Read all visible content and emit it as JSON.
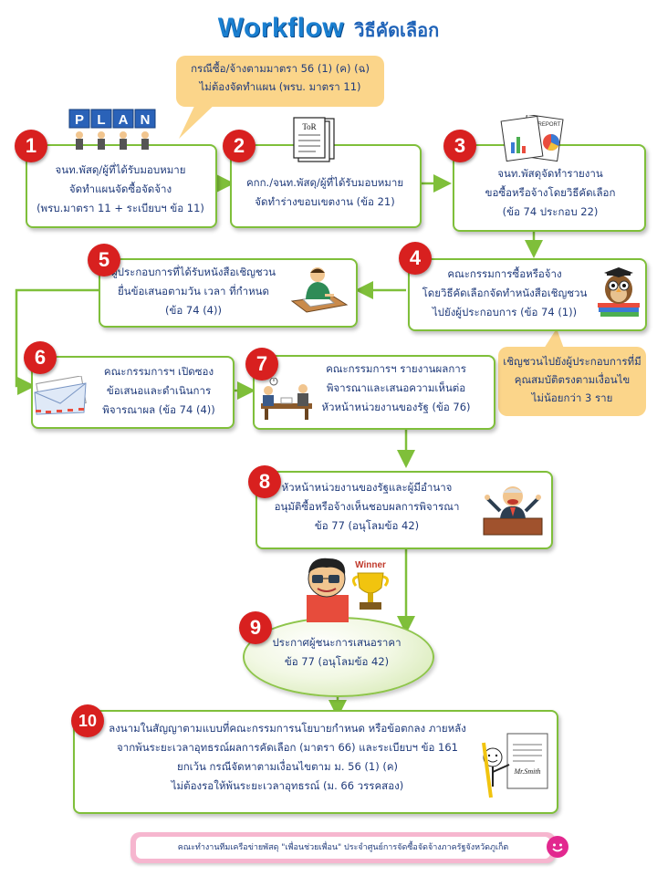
{
  "header": {
    "title_en": "Workflow",
    "title_th": "วิธีคัดเลือก"
  },
  "callout_top": {
    "line1": "กรณีซื้อ/จ้างตามมาตรา 56 (1) (ค) (ฉ)",
    "line2": "ไม่ต้องจัดทำแผน (พรบ. มาตรา 11)"
  },
  "callout_right": {
    "line1": "เชิญชวนไปยังผู้ประกอบการที่มี",
    "line2": "คุณสมบัติตรงตามเงื่อนไข",
    "line3": "ไม่น้อยกว่า 3 ราย"
  },
  "steps": [
    {
      "num": "1",
      "lines": [
        "จนท.พัสดุ/ผู้ที่ได้รับมอบหมาย",
        "จัดทำแผนจัดซื้อจัดจ้าง",
        "(พรบ.มาตรา 11 + ระเบียบฯ ข้อ 11)"
      ]
    },
    {
      "num": "2",
      "lines": [
        "คกก./จนท.พัสดุ/ผู้ที่ได้รับมอบหมาย",
        "จัดทำร่างขอบเขตงาน (ข้อ 21)"
      ]
    },
    {
      "num": "3",
      "lines": [
        "จนท.พัสดุจัดทำรายงาน",
        "ขอซื้อหรือจ้างโดยวิธีคัดเลือก",
        "(ข้อ 74 ประกอบ 22)"
      ]
    },
    {
      "num": "4",
      "lines": [
        "คณะกรรมการซื้อหรือจ้าง",
        "โดยวิธีคัดเลือกจัดทำหนังสือเชิญชวน",
        "ไปยังผู้ประกอบการ (ข้อ 74 (1))"
      ]
    },
    {
      "num": "5",
      "lines": [
        "ผู้ประกอบการที่ได้รับหนังสือเชิญชวน",
        "ยื่นข้อเสนอตามวัน เวลา ที่กำหนด",
        "(ข้อ 74 (4))"
      ]
    },
    {
      "num": "6",
      "lines": [
        "คณะกรรมการฯ เปิดซอง",
        "ข้อเสนอและดำเนินการ",
        "พิจารณาผล (ข้อ 74 (4))"
      ]
    },
    {
      "num": "7",
      "lines": [
        "คณะกรรมการฯ รายงานผลการ",
        "พิจารณาและเสนอความเห็นต่อ",
        "หัวหน้าหน่วยงานของรัฐ (ข้อ 76)"
      ]
    },
    {
      "num": "8",
      "lines": [
        "หัวหน้าหน่วยงานของรัฐและผู้มีอำนาจ",
        "อนุมัติซื้อหรือจ้างเห็นชอบผลการพิจารณา",
        "ข้อ 77 (อนุโลมข้อ 42)"
      ]
    },
    {
      "num": "9",
      "lines": [
        "ประกาศผู้ชนะการเสนอราคา",
        "ข้อ 77 (อนุโลมข้อ 42)"
      ]
    },
    {
      "num": "10",
      "lines": [
        "ลงนามในสัญญาตามแบบที่คณะกรรมการนโยบายกำหนด หรือข้อตกลง ภายหลัง",
        "จากพ้นระยะเวลาอุทธรณ์ผลการคัดเลือก (มาตรา 66) และระเบียบฯ ข้อ 161",
        "ยกเว้น กรณีจัดหาตามเงื่อนไขตาม ม. 56 (1) (ค)",
        "ไม่ต้องรอให้พ้นระยะเวลาอุทธรณ์ (ม. 66 วรรคสอง)"
      ]
    }
  ],
  "images": {
    "plan_letters": "PLAN",
    "tor_label": "ToR",
    "report_label": "REPORT",
    "winner_label": "Winner",
    "signature_label": "Mr.Smith"
  },
  "footer": {
    "text": "คณะทำงานทีมเครือข่ายพัสดุ \"เพื่อนช่วยเพื่อน\" ประจำศูนย์การจัดซื้อจัดจ้างภาครัฐจังหวัดภูเก็ต"
  },
  "colors": {
    "box_border": "#7fbf3a",
    "number_badge": "#d8201f",
    "callout": "#fbd58a",
    "title": "#1a7fd0",
    "footer_border": "#f6b6cf"
  },
  "icons": [
    "plan-people-icon",
    "tor-document-icon",
    "report-chart-icon",
    "owl-books-icon",
    "person-writing-icon",
    "envelope-icon",
    "meeting-icon",
    "boss-desk-icon",
    "winner-trophy-icon",
    "signature-document-icon",
    "smiley-icon"
  ]
}
